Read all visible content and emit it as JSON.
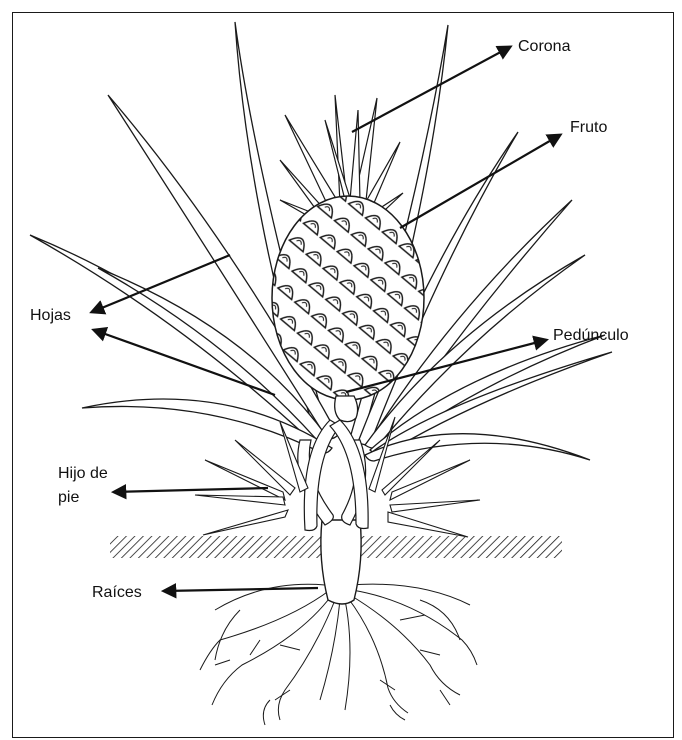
{
  "diagram": {
    "labels": {
      "corona": "Corona",
      "fruto": "Fruto",
      "hojas": "Hojas",
      "pedunculo": "Pedúnculo",
      "hijo_de_pie": "Hijo de pie",
      "raices": "Raíces"
    },
    "colors": {
      "ink": "#1a1a1a",
      "background": "#ffffff"
    }
  }
}
